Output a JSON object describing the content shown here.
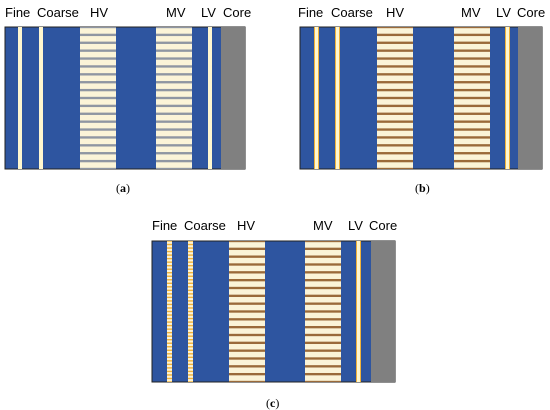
{
  "colors": {
    "background": "#2e55a0",
    "core": "#808080",
    "stripe_light": "#fbf4d8",
    "stripe_gap_a": "#8f96a2",
    "stripe_gap_b": "#9a6a3a",
    "stripe_gap_c": "#9a6a3a",
    "thin_line": "#fff7cf",
    "thin_edge_bc": "#f0b23a",
    "frame": "#222222"
  },
  "panels": [
    {
      "id": "a",
      "caption": "a",
      "labels": {
        "fine": "Fine",
        "coarse": "Coarse",
        "hv": "HV",
        "mv": "MV",
        "lv": "LV",
        "core": "Core"
      },
      "hv_stripe_count": 18,
      "mv_stripe_count": 18
    },
    {
      "id": "b",
      "caption": "b",
      "labels": {
        "fine": "Fine",
        "coarse": "Coarse",
        "hv": "HV",
        "mv": "MV",
        "lv": "LV",
        "core": "Core"
      },
      "hv_stripe_count": 18,
      "mv_stripe_count": 18
    },
    {
      "id": "c",
      "caption": "c",
      "labels": {
        "fine": "Fine",
        "coarse": "Coarse",
        "hv": "HV",
        "mv": "MV",
        "lv": "LV",
        "core": "Core"
      },
      "hv_stripe_count": 18,
      "mv_stripe_count": 18
    }
  ]
}
